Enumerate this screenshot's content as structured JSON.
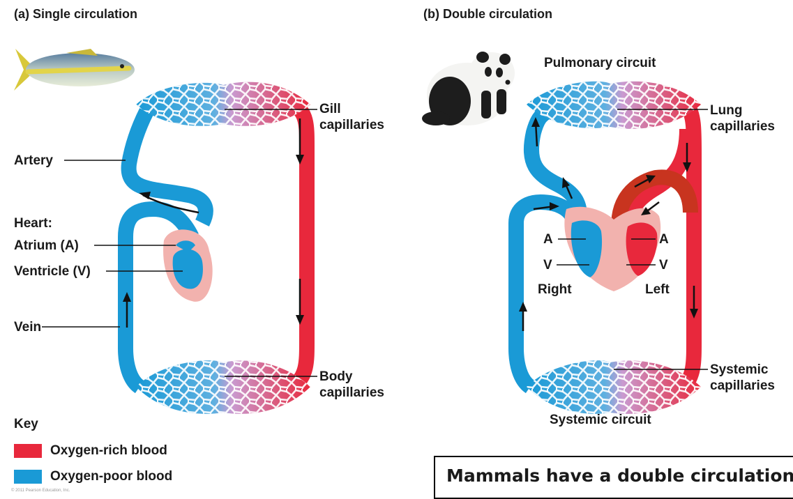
{
  "panel_a": {
    "title": "(a) Single circulation",
    "labels": {
      "gill_caps": [
        "Gill",
        "capillaries"
      ],
      "artery": "Artery",
      "heart": "Heart:",
      "atrium": "Atrium (A)",
      "ventricle": "Ventricle (V)",
      "vein": "Vein",
      "body_caps": [
        "Body",
        "capillaries"
      ]
    }
  },
  "panel_b": {
    "title": "(b) Double circulation",
    "labels": {
      "pulmonary_circuit": "Pulmonary circuit",
      "lung_caps": [
        "Lung",
        "capillaries"
      ],
      "a_right": "A",
      "v_right": "V",
      "a_left": "A",
      "v_left": "V",
      "right": "Right",
      "left": "Left",
      "systemic_caps": [
        "Systemic",
        "capillaries"
      ],
      "systemic_circuit": "Systemic circuit"
    }
  },
  "key": {
    "title": "Key",
    "items": [
      {
        "label": "Oxygen-rich blood",
        "color": "#e8283c"
      },
      {
        "label": "Oxygen-poor blood",
        "color": "#1a9ad6"
      }
    ]
  },
  "copyright": "© 2011 Pearson Education, Inc.",
  "caption": "Mammals have a double circulation",
  "colors": {
    "oxygen_rich": "#e8283c",
    "oxygen_poor": "#1a9ad6",
    "heart_tissue": "#f2b2ae"
  }
}
